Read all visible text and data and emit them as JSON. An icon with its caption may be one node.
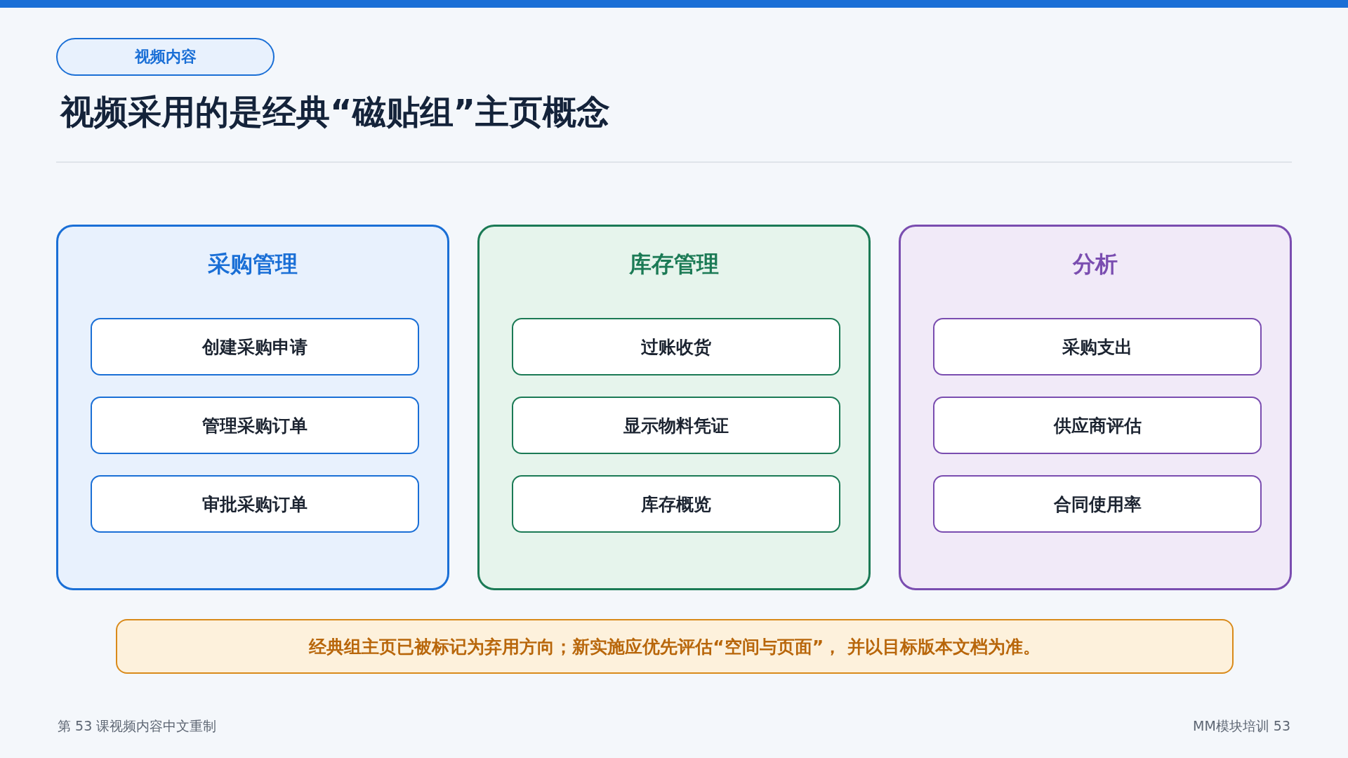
{
  "diagram": {
    "title": "视频采用的是经典“磁贴组”主页概念",
    "nodes": [
      {
        "text": [
          "视频内容"
        ]
      },
      {
        "text": [
          "采购管理"
        ]
      },
      {
        "text": [
          "创建采购申请"
        ],
        "in": 1
      },
      {
        "text": [
          "管理采购订单"
        ],
        "in": 1
      },
      {
        "text": [
          "审批采购订单"
        ],
        "in": 1
      },
      {
        "text": [
          "库存管理"
        ]
      },
      {
        "text": [
          "过账收货"
        ],
        "in": 5
      },
      {
        "text": [
          "显示物料凭证"
        ],
        "in": 5
      },
      {
        "text": [
          "库存概览"
        ],
        "in": 5
      },
      {
        "text": [
          "分析"
        ]
      },
      {
        "text": [
          "采购支出"
        ],
        "in": 9
      },
      {
        "text": [
          "供应商评估"
        ],
        "in": 9
      },
      {
        "text": [
          "合同使用率"
        ],
        "in": 9
      },
      {
        "text": [
          "经典组主页已被标记为弃用方向；新实施应优先评估“空间与页面”， 并以目标版本文档为准。"
        ]
      }
    ],
    "labels": [
      "第 53 课视频内容中文重制",
      "MM模块培训 53"
    ]
  }
}
